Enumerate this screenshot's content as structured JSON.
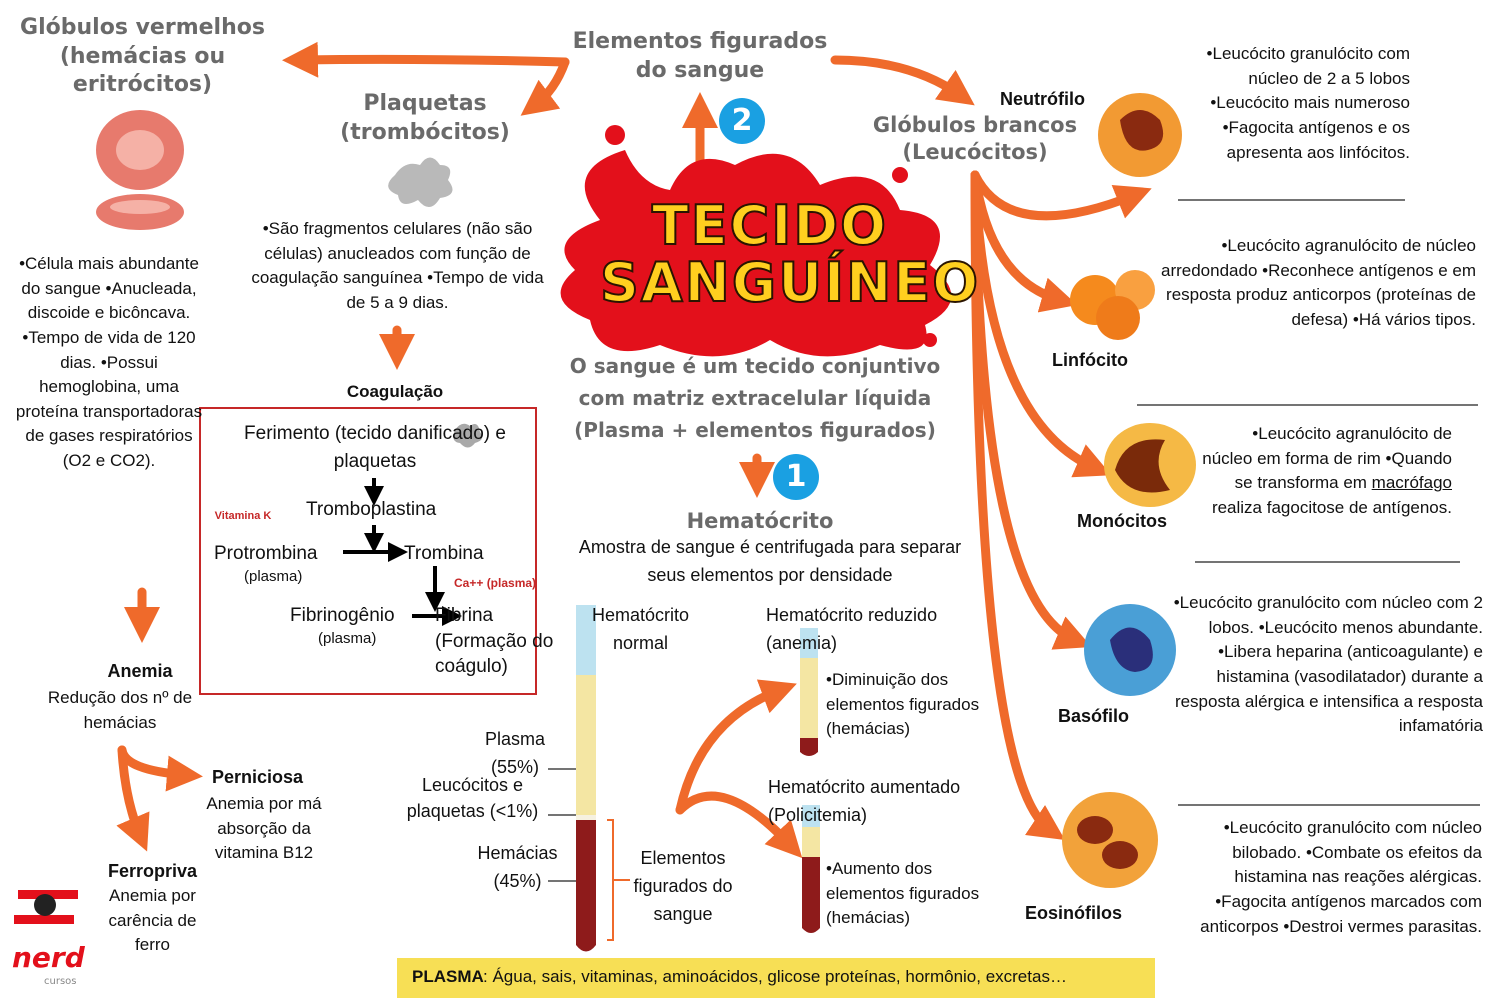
{
  "center": {
    "title_line1": "TECIDO",
    "title_line2": "SANGUÍNEO",
    "description": "O sangue é um tecido conjuntivo com matriz extracelular líquida (Plasma + elementos figurados)",
    "badge_1": "1",
    "badge_2": "2"
  },
  "elementos": {
    "title": "Elementos figurados do sangue"
  },
  "hemacias": {
    "title": "Glóbulos vermelhos (hemácias ou eritrócitos)",
    "facts": "•Célula mais abundante do sangue •Anucleada, discoide e bicôncava. •Tempo de vida de 120 dias. •Possui hemoglobina, uma proteína transportadoras de gases respiratórios (O2 e CO2)."
  },
  "anemia": {
    "title": "Anemia",
    "desc": "Redução dos nº de hemácias",
    "perniciosa_title": "Perniciosa",
    "perniciosa_desc": "Anemia por má absorção da vitamina B12",
    "ferropriva_title": "Ferropriva",
    "ferropriva_desc": "Anemia por carência de ferro"
  },
  "plaquetas": {
    "title": "Plaquetas (trombócitos)",
    "facts": "•São fragmentos celulares (não são células) anucleados com função de coagulação sanguínea •Tempo de vida de 5 a 9 dias."
  },
  "coagulacao": {
    "title": "Coagulação",
    "ferimento": "Ferimento (tecido danificado) e plaquetas",
    "tromboplastina": "Tromboplastina",
    "vitamina_k": "Vitamina K",
    "protrombina": "Protrombina",
    "plasma_1": "(plasma)",
    "trombina": "Trombina",
    "calcio": "Ca++ (plasma)",
    "fibrinogenio": "Fibrinogênio",
    "plasma_2": "(plasma)",
    "fibrina": "Fibrina (Formação do coágulo)"
  },
  "hematocrito": {
    "title": "Hematócrito",
    "desc": "Amostra de sangue é centrifugada para separar seus elementos por densidade",
    "normal": "Hematócrito normal",
    "plasma": "Plasma (55%)",
    "leucocitos": "Leucócitos e plaquetas (<1%)",
    "hemacias": "Hemácias (45%)",
    "elementos": "Elementos figurados do sangue",
    "reduzido": "Hematócrito reduzido (anemia)",
    "reduzido_desc": "•Diminuição dos elementos figurados (hemácias)",
    "aumentado": "Hematócrito aumentado (Policitemia)",
    "aumentado_desc": "•Aumento dos elementos figurados (hemácias)"
  },
  "plasma_bar": {
    "label": "PLASMA",
    "text": ": Água, sais, vitaminas, aminoácidos, glicose proteínas, hormônio, excretas…"
  },
  "leucocitos": {
    "title": "Glóbulos brancos (Leucócitos)",
    "neutrofilo": "Neutrófilo",
    "neutrofilo_facts": "•Leucócito granulócito com núcleo de 2 a 5 lobos •Leucócito mais numeroso •Fagocita antígenos e os apresenta aos linfócitos.",
    "linfocito": "Linfócito",
    "linfocito_facts": "•Leucócito agranulócito de núcleo arredondado •Reconhece antígenos e em resposta produz anticorpos (proteínas de defesa) •Há vários tipos.",
    "monocitos": "Monócitos",
    "monocitos_facts_1": "•Leucócito agranulócito de núcleo em forma de rim •Quando se transforma em",
    "monocitos_facts_macro": "macrófago",
    "monocitos_facts_2": "realiza fagocitose de antígenos.",
    "basofilo": "Basófilo",
    "basofilo_facts": "•Leucócito granulócito com núcleo com 2 lobos. •Leucócito menos abundante. •Libera heparina (anticoagulante) e histamina (vasodilatador) durante a resposta alérgica e intensifica a resposta infamatória",
    "eosinofilos": "Eosinófilos",
    "eosinofilos_facts": "•Leucócito granulócito com núcleo bilobado. •Combate os efeitos da histamina nas reações alérgicas. •Fagocita antígenos marcados com anticorpos •Destroi vermes parasitas."
  },
  "logo": {
    "symbol": "#",
    "text": "nerd",
    "sub": "cursos"
  },
  "colors": {
    "arrow": "#ef6a2b",
    "badge": "#1aa0e2",
    "blood": "#8e1b1b",
    "plasma": "#f4e6a3",
    "highlight": "#f7df55"
  }
}
